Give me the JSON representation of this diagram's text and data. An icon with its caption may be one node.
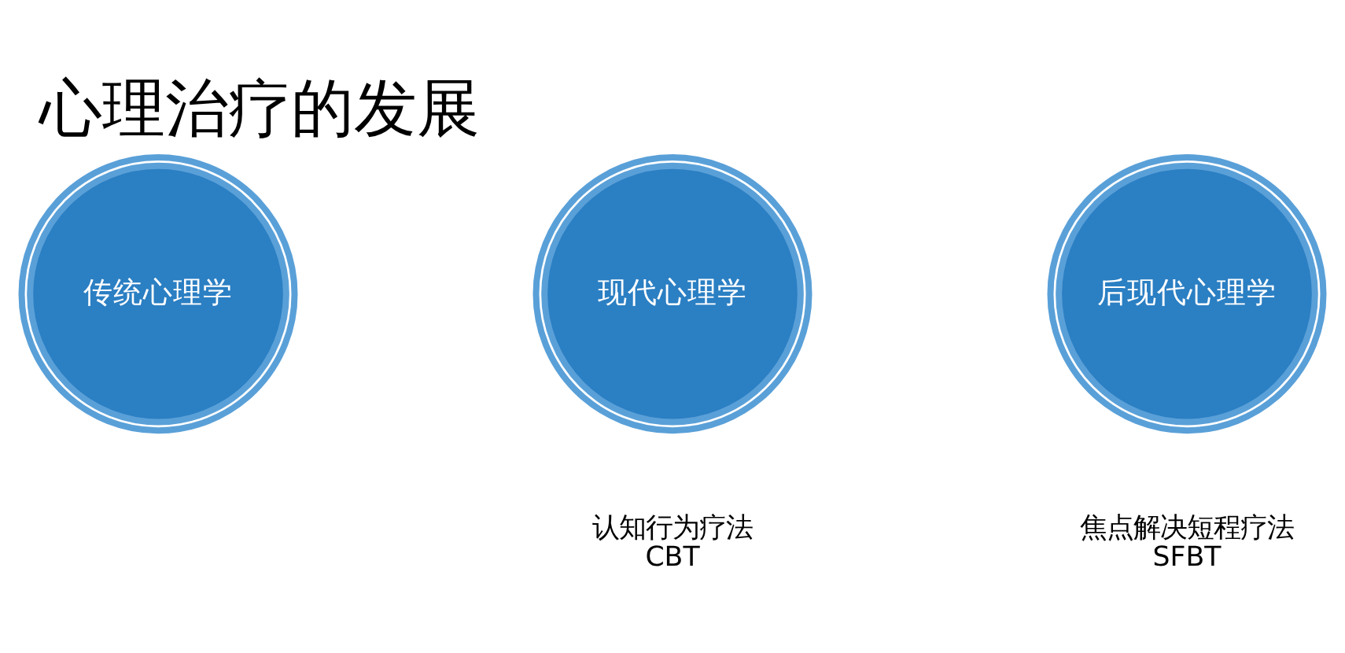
{
  "diagram": {
    "title": "心理治疗的发展",
    "nodes": [
      {
        "text": [
          "传统心理学"
        ]
      },
      {
        "text": [
          "现代心理学"
        ],
        "beside": [
          "认知行为疗法",
          "CBT"
        ]
      },
      {
        "text": [
          "后现代心理学"
        ],
        "beside": [
          "焦点解决短程疗法",
          "SFBT"
        ]
      }
    ],
    "edges": []
  }
}
